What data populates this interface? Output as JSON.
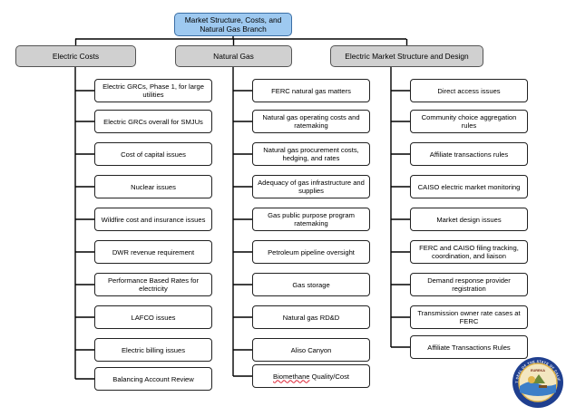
{
  "branch": {
    "title": "Market Structure, Costs, and Natural Gas Branch"
  },
  "columns": [
    {
      "heading": "Electric Costs",
      "items": [
        "Electric GRCs, Phase 1, for large utilities",
        "Electric GRCs overall for SMJUs",
        "Cost of capital issues",
        "Nuclear issues",
        "Wildfire cost and insurance issues",
        "DWR revenue requirement",
        "Performance Based Rates for electricity",
        "LAFCO issues",
        "Electric billing issues",
        "Balancing Account Review"
      ]
    },
    {
      "heading": "Natural Gas",
      "items": [
        "FERC natural gas matters",
        "Natural gas operating costs and ratemaking",
        "Natural gas procurement costs, hedging, and rates",
        "Adequacy of gas infrastructure and supplies",
        "Gas public purpose program ratemaking",
        "Petroleum pipeline oversight",
        "Gas storage",
        "Natural gas RD&D",
        "Aliso Canyon",
        "Biomethane Quality/Cost"
      ]
    },
    {
      "heading": "Electric Market Structure and Design",
      "items": [
        "Direct access issues",
        "Community choice aggregation rules",
        "Affiliate transactions rules",
        "CAISO electric market monitoring",
        "Market design issues",
        "FERC and CAISO filing tracking, coordination, and liaison",
        "Demand response provider registration",
        "Transmission owner rate cases at FERC",
        "Affiliate Transactions Rules"
      ]
    }
  ],
  "seal": {
    "text": "GREAT SEAL OF THE STATE OF CALIFORNIA",
    "motto": "EUREKA",
    "colors": {
      "ring": "#1f3f8f",
      "inner": "#e0b44a",
      "land": "#6a8a3a",
      "water": "#3d7fc8"
    }
  },
  "colors": {
    "top_box": "#9ec9f0",
    "heading_box": "#d0d0d0",
    "line": "#000000"
  }
}
